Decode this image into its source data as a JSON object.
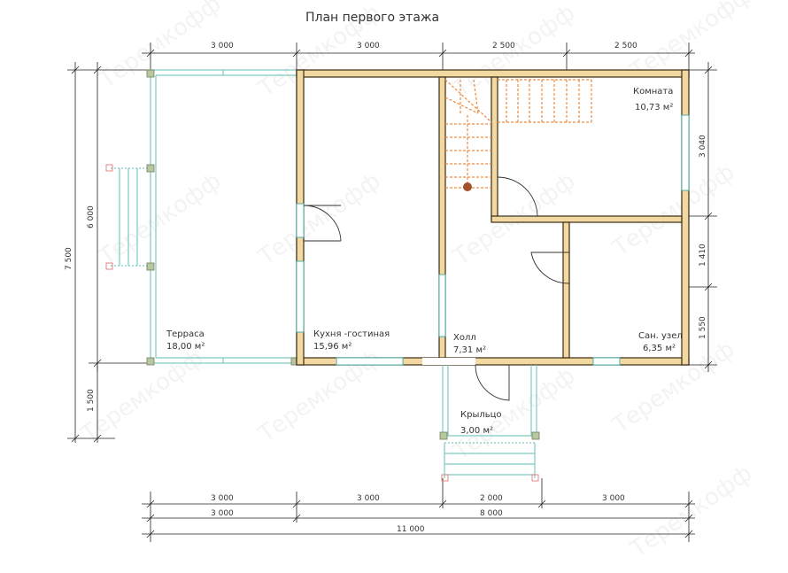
{
  "plan": {
    "title": "План первого этажа",
    "watermark": "Теремкофф",
    "top_dims": [
      "3 000",
      "3 000",
      "2 500",
      "2 500"
    ],
    "right_dims": [
      "3 040",
      "1 410",
      "1 550"
    ],
    "left_dims": [
      "7 500",
      "6 000",
      "1 500"
    ],
    "bottom_row1": [
      "3 000",
      "3 000",
      "2 000",
      "3 000"
    ],
    "bottom_row2": [
      "3 000",
      "8 000"
    ],
    "bottom_total": "11 000",
    "rooms": {
      "terrace": {
        "name": "Терраса",
        "area": "18,00 м²"
      },
      "kitchen": {
        "name": "Кухня -гостиная",
        "area": "15,96 м²"
      },
      "hall": {
        "name": "Холл",
        "area": "7,31 м²"
      },
      "room": {
        "name": "Комната",
        "area": "10,73 м²"
      },
      "bath": {
        "name": "Сан. узел",
        "area": "6,35 м²"
      },
      "porch": {
        "name": "Крыльцо",
        "area": "3,00 м²"
      }
    },
    "colors": {
      "wall": "#f2d9a2",
      "terrace": "#7fc9c2",
      "stairs": "#f08a3c"
    }
  }
}
